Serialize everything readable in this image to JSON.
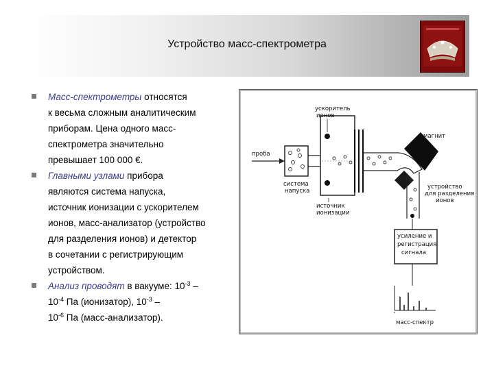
{
  "header": {
    "title": "Устройство масс-спектрометра"
  },
  "bullets": [
    {
      "emphasis": "Масс-спектрометры",
      "line1_rest": " относятся",
      "lines": [
        "к весьма сложным аналитическим",
        "приборам. Цена одного масс-",
        "спектрометра значительно",
        "превышает 100 000 €."
      ]
    },
    {
      "emphasis": "Главными узлами",
      "line1_rest": " прибора",
      "lines": [
        "являются система напуска,",
        "источник ионизации с ускорителем",
        "ионов, масс-анализатор (устройство",
        "для разделения ионов) и детектор",
        "в сочетании с регистрирующим",
        "устройством."
      ]
    },
    {
      "emphasis": "Анализ проводят",
      "line1_rest": " в вакууме: 10",
      "line1_sup": "-3",
      "line1_tail": " –",
      "line2_pre": "10",
      "line2_sup1": "-4",
      "line2_mid": " Па (ионизатор), 10",
      "line2_sup2": "-3",
      "line2_tail": " –",
      "line3_pre": "10",
      "line3_sup": "-6",
      "line3_tail": " Па (масс-анализатор)."
    }
  ],
  "diagram": {
    "labels": {
      "accelerator": [
        "ускоритель",
        "ионов"
      ],
      "probe": "проба",
      "magnet": "магнит",
      "inlet": [
        "система",
        "напуска"
      ],
      "source": [
        "источник",
        "ионизации"
      ],
      "separator": [
        "устройство",
        "для разделения",
        "ионов"
      ],
      "amplifier": [
        "усиление и",
        "регистрация",
        "сигнала"
      ],
      "spectrum": "масс-спектр"
    }
  },
  "colors": {
    "bullet_emphasis": "#3c3c8a",
    "logo_background": "#7d0b0b"
  },
  "icons": {
    "bullet_marker": "square-bullet-icon",
    "logo": "crown-logo-icon"
  }
}
